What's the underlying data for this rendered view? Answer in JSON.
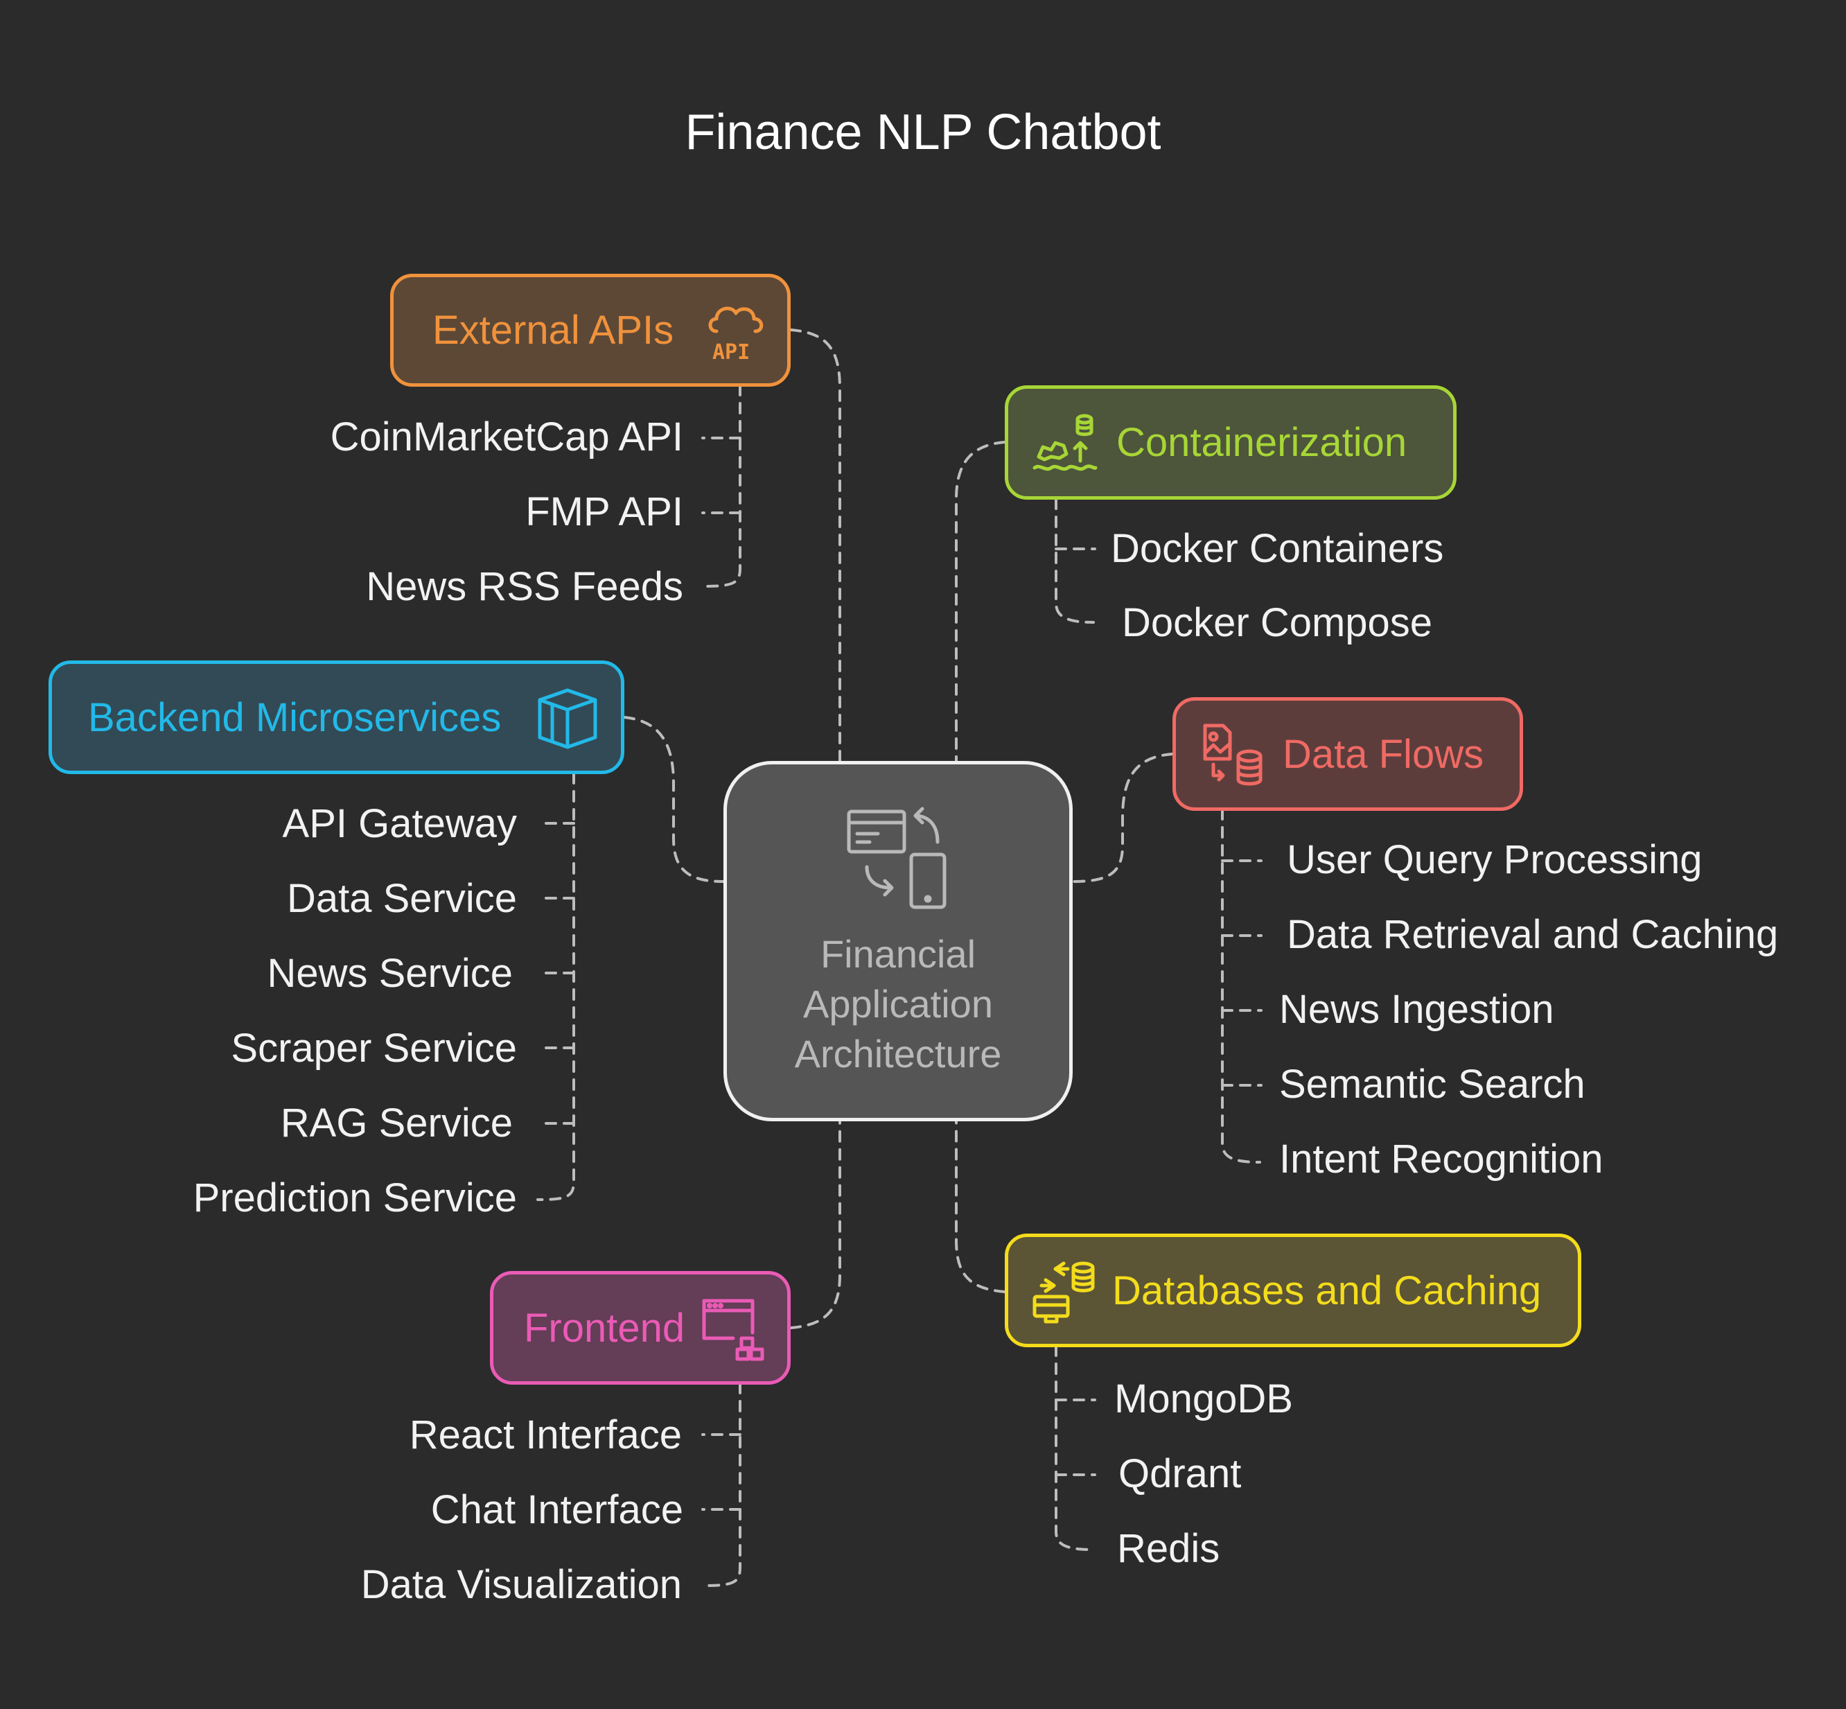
{
  "title": "Finance NLP Chatbot",
  "center": {
    "lines": [
      "Financial",
      "Application",
      "Architecture"
    ],
    "icon": "device-sync-icon"
  },
  "colors": {
    "background": "#2b2b2b",
    "external": "#f0923c",
    "containerization": "#a7d636",
    "backend": "#22b9e8",
    "dataflows": "#f06a64",
    "frontend": "#ea5bb6",
    "databases": "#f3dc1c",
    "connector": "#bdbdbd"
  },
  "external": {
    "label": "External APIs",
    "icon": "cloud-api-icon",
    "items": [
      "CoinMarketCap API",
      "FMP API",
      "News RSS Feeds"
    ]
  },
  "containerization": {
    "label": "Containerization",
    "icon": "container-ship-icon",
    "items": [
      "Docker Containers",
      "Docker Compose"
    ]
  },
  "backend": {
    "label": "Backend Microservices",
    "icon": "cube-icon",
    "items": [
      "API Gateway",
      "Data Service",
      "News Service",
      "Scraper Service",
      "RAG Service",
      "Prediction Service"
    ]
  },
  "dataflows": {
    "label": "Data Flows",
    "icon": "image-database-icon",
    "items": [
      "User Query Processing",
      "Data Retrieval and Caching",
      "News Ingestion",
      "Semantic Search",
      "Intent Recognition"
    ]
  },
  "frontend": {
    "label": "Frontend",
    "icon": "browser-components-icon",
    "items": [
      "React Interface",
      "Chat Interface",
      "Data Visualization"
    ]
  },
  "databases": {
    "label": "Databases and Caching",
    "icon": "database-sync-icon",
    "items": [
      "MongoDB",
      "Qdrant",
      "Redis"
    ]
  }
}
